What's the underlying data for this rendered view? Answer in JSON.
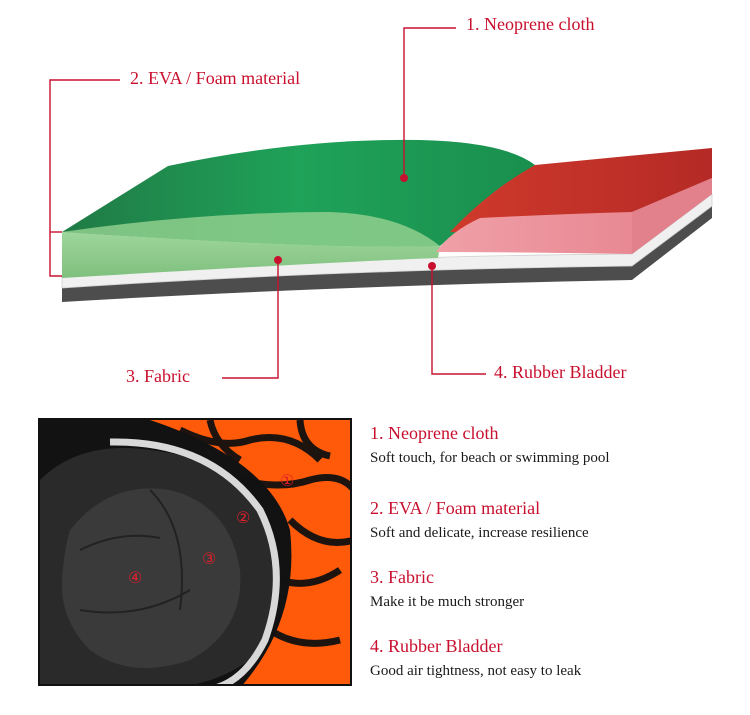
{
  "diagram": {
    "labels": {
      "neoprene": "1. Neoprene cloth",
      "eva": "2. EVA / Foam material",
      "fabric": "3.  Fabric",
      "rubber": "4. Rubber Bladder"
    },
    "colors": {
      "accent": "#c8102e",
      "green_top": "#1e9e55",
      "green_side": "#8bcb8a",
      "red_top": "#c2302a",
      "pink_side": "#e8858f",
      "fabric_white": "#f2f2f2",
      "rubber_gray": "#555555"
    }
  },
  "photo": {
    "markers": [
      "①",
      "②",
      "③",
      "④"
    ]
  },
  "features": [
    {
      "title": "1. Neoprene cloth",
      "desc": "Soft touch, for beach or swimming pool"
    },
    {
      "title": "2. EVA / Foam material",
      "desc": "Soft and delicate, increase resilience"
    },
    {
      "title": "3. Fabric",
      "desc": "Make it be much stronger"
    },
    {
      "title": "4. Rubber Bladder",
      "desc": "Good air tightness, not easy to leak"
    }
  ]
}
